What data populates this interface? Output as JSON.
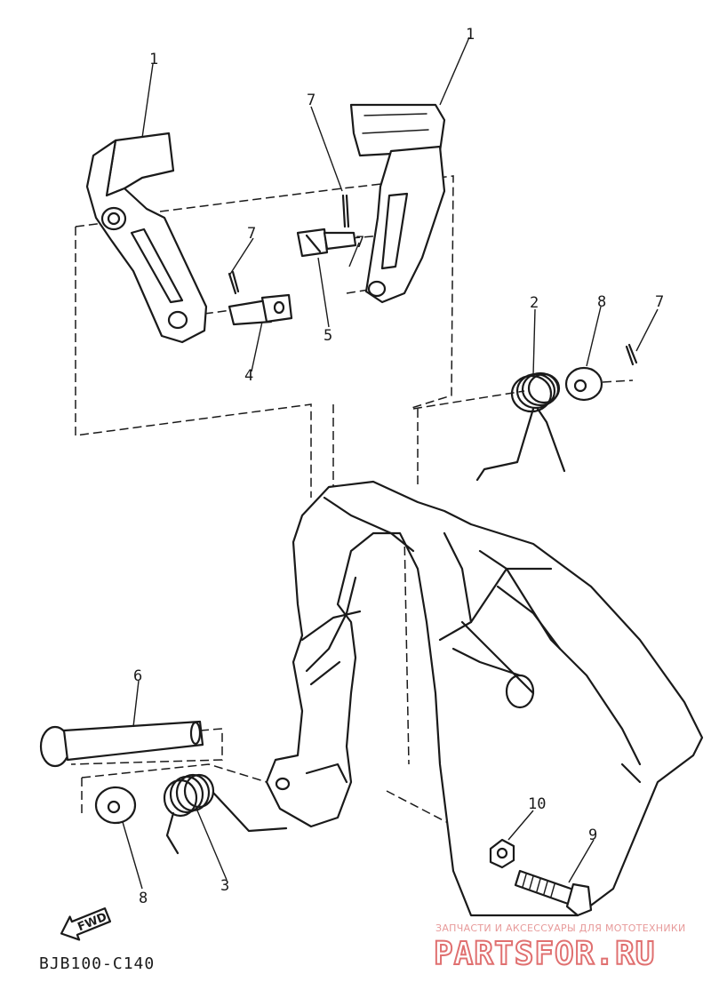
{
  "callouts": {
    "c1a": "1",
    "c1b": "1",
    "c7a": "7",
    "c7b": "7",
    "c7c": "7",
    "c5": "5",
    "c4": "4",
    "c2": "2",
    "c8a": "8",
    "c8b": "8",
    "c6": "6",
    "c3": "3",
    "c10": "10",
    "c9": "9"
  },
  "fwd_label": "FWD",
  "diagram_code": "BJB100-C140",
  "watermark": {
    "tagline": "ЗАПЧАСТИ И АКСЕССУАРЫ ДЛЯ МОТОТЕХНИКИ",
    "brand": "PARTSFOR.RU"
  },
  "colors": {
    "ink": "#1a1a1a",
    "watermark": "#e07070",
    "background": "#ffffff"
  }
}
